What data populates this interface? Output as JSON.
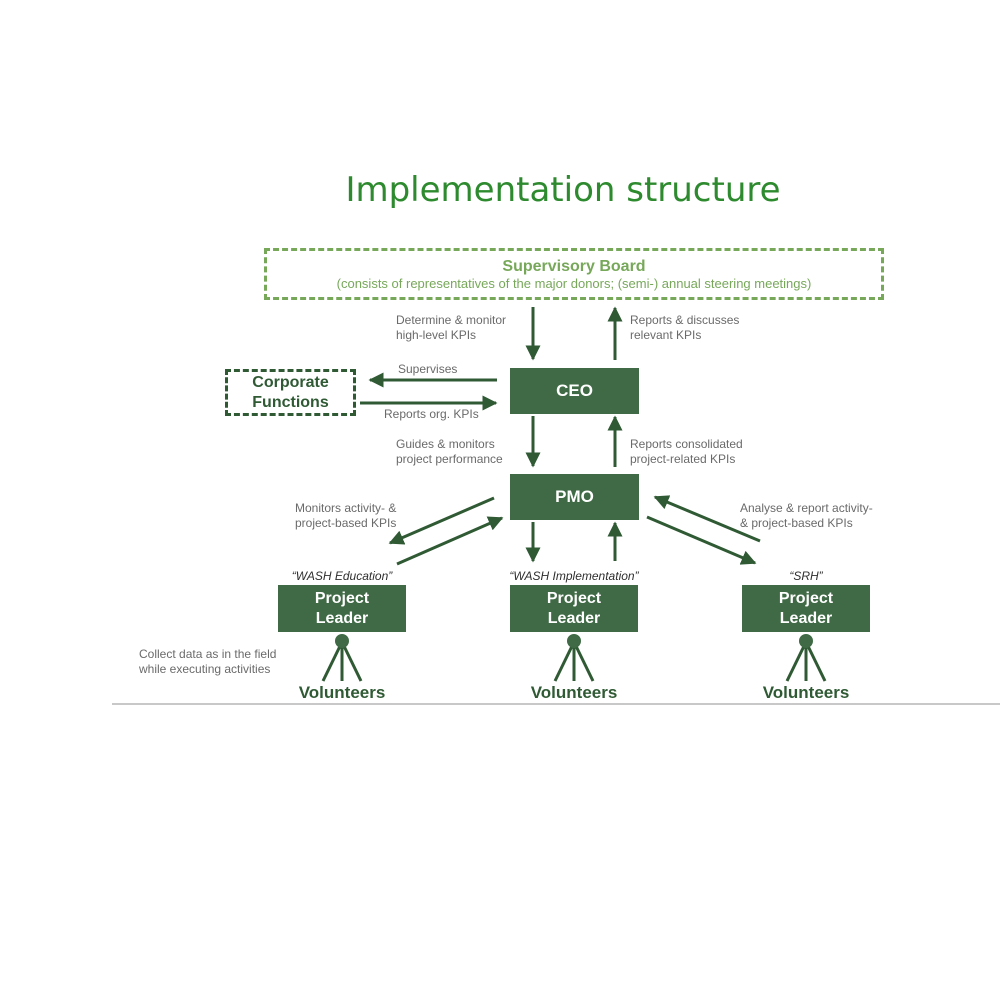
{
  "title": "Implementation structure",
  "supervisory_board": {
    "name": "Supervisory Board",
    "description": "(consists of representatives of the major donors; (semi-) annual steering meetings)"
  },
  "ceo": {
    "label": "CEO"
  },
  "pmo": {
    "label": "PMO"
  },
  "corporate_functions": {
    "line1": "Corporate",
    "line2": "Functions"
  },
  "flows": {
    "board_to_ceo": [
      "Determine & monitor",
      "high-level KPIs"
    ],
    "ceo_to_board": [
      "Reports & discusses",
      "relevant KPIs"
    ],
    "ceo_to_corporate": "Supervises",
    "corporate_to_ceo": "Reports org. KPIs",
    "ceo_to_pmo": [
      "Guides & monitors",
      "project performance"
    ],
    "pmo_to_ceo": [
      "Reports consolidated",
      "project-related KPIs"
    ],
    "pmo_to_leaders": [
      "Monitors activity- &",
      "project-based KPIs"
    ],
    "leaders_to_pmo": [
      "Analyse & report activity-",
      "& project-based KPIs"
    ],
    "volunteers_activity": [
      "Collect data as in the field",
      "while executing activities"
    ]
  },
  "projects": [
    {
      "name": "“WASH Education”",
      "leader_line1": "Project",
      "leader_line2": "Leader",
      "volunteers": "Volunteers"
    },
    {
      "name": "“WASH Implementation”",
      "leader_line1": "Project",
      "leader_line2": "Leader",
      "volunteers": "Volunteers"
    },
    {
      "name": "“SRH”",
      "leader_line1": "Project",
      "leader_line2": "Leader",
      "volunteers": "Volunteers"
    }
  ],
  "colors": {
    "title": "#2e8a2e",
    "box_fill": "#3f6a45",
    "arrow": "#2f5a34",
    "board_border": "#77a85a",
    "label_text": "#6a6a6a"
  }
}
